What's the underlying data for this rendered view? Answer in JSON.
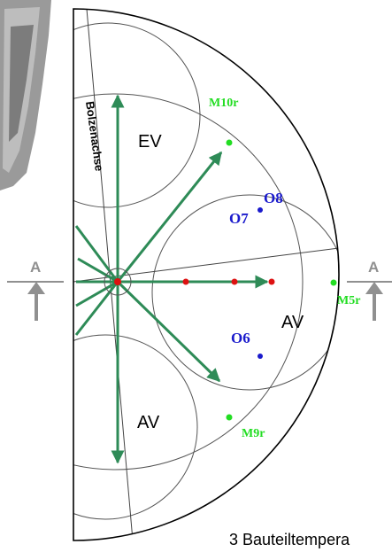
{
  "labels": {
    "axis": "Bolzenachse",
    "inlet_valve": "EV",
    "outlet_valve_right": "AV",
    "outlet_valve_bottom": "AV",
    "section_left": "A",
    "section_right": "A",
    "caption": "3  Bauteiltempera"
  },
  "measurement_points": [
    {
      "id": "m10",
      "label": "M10r",
      "color": "#22dd22"
    },
    {
      "id": "o8",
      "label": "O8",
      "color": "#1a1acc"
    },
    {
      "id": "o7",
      "label": "O7",
      "color": "#1a1acc"
    },
    {
      "id": "m5",
      "label": "M5r",
      "color": "#22dd22"
    },
    {
      "id": "o6",
      "label": "O6",
      "color": "#1a1acc"
    },
    {
      "id": "m9",
      "label": "M9r",
      "color": "#22dd22"
    }
  ],
  "colors": {
    "arrow": "#2e8b57",
    "center_point": "#dd1111",
    "section_marker": "#909090",
    "outline": "#000000",
    "circle": "#555555"
  }
}
